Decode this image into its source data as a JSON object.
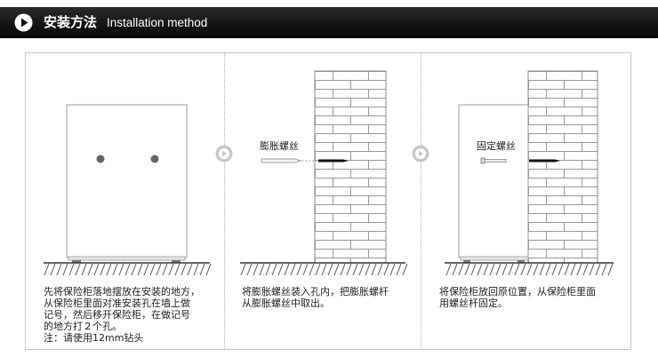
{
  "header": {
    "title_cn": "安装方法",
    "title_en": "Installation method",
    "play_icon": "play-circle-icon",
    "colors": {
      "bar": "#111111",
      "text": "#ffffff"
    }
  },
  "steps": [
    {
      "caption_lines": [
        "先将保险柜落地摆放在安装的地方，",
        "从保险柜里面对准安装孔在墙上做",
        "记号，然后移开保险柜，在做记号",
        "的地方打２个孔。",
        "注：请使用12mm钻头"
      ]
    },
    {
      "callout": "膨胀螺丝",
      "caption_lines": [
        "将膨胀螺丝装入孔内，把膨胀螺杆",
        "从膨胀螺丝中取出。"
      ]
    },
    {
      "callout": "固定螺丝",
      "caption_lines": [
        "将保险柜放回原位置，从保险柜里面",
        "用螺丝杆固定。"
      ]
    }
  ],
  "arrow_icon": "arrow-right-circle-icon"
}
